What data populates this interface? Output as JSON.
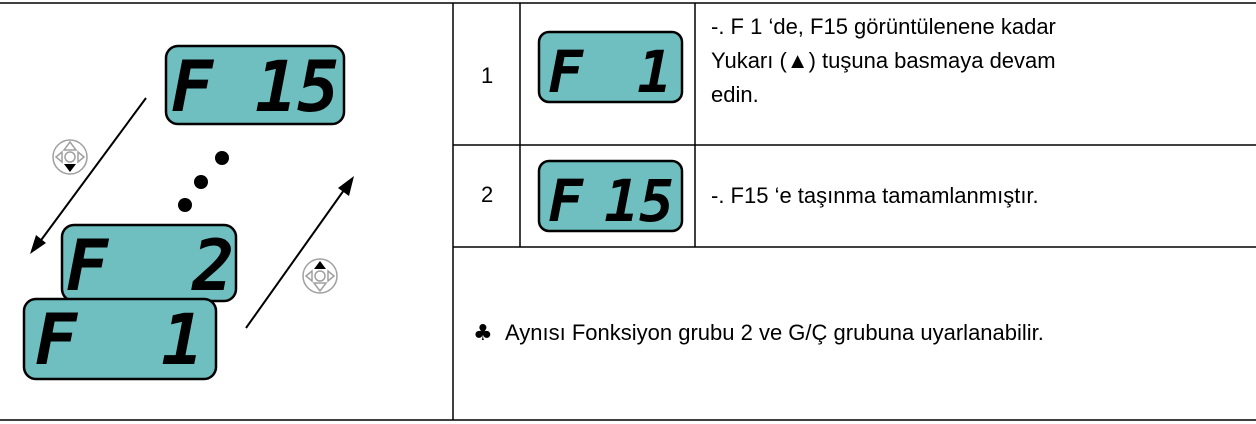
{
  "left_panel": {
    "displays": [
      {
        "id": "f15",
        "text": "F 15"
      },
      {
        "id": "f2",
        "text": "F  2"
      },
      {
        "id": "f1",
        "text": "F  1"
      }
    ]
  },
  "steps": [
    {
      "number": "1",
      "display": {
        "letter": "F",
        "digits": "1"
      },
      "description_lines": [
        "-. F 1 ‘de, F15 görüntülenene kadar",
        "Yukarı (▲) tuşuna basmaya devam",
        "edin."
      ]
    },
    {
      "number": "2",
      "display": {
        "letter": "F",
        "digits": "15"
      },
      "description_lines": [
        "-. F15 ‘e taşınma tamamlanmıştır."
      ]
    }
  ],
  "note": {
    "symbol": "♣",
    "text": "Aynısı Fonksiyon grubu 2 ve G/Ç grubuna uyarlanabilir."
  },
  "colors": {
    "lcd_fill": "#6fbfc0",
    "lcd_border": "#000000",
    "key_gray": "#a0a0a0"
  }
}
